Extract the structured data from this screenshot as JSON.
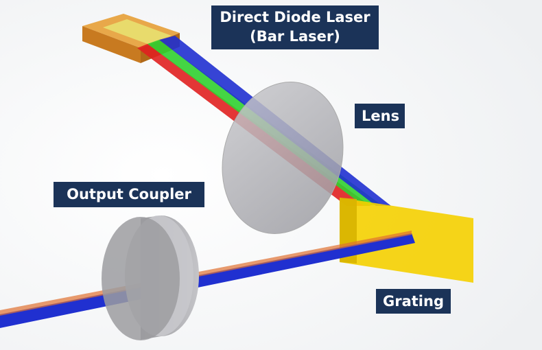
{
  "labels": {
    "laser_line1": "Direct Diode Laser",
    "laser_line2": "(Bar Laser)",
    "lens": "Lens",
    "output_coupler": "Output Coupler",
    "grating": "Grating"
  },
  "colors": {
    "label_bg": "#1b3358",
    "beam_red": "#e02020",
    "beam_green": "#30d030",
    "beam_blue": "#2030d0",
    "grating": "#f5d000",
    "laser_body": "#d8902c"
  }
}
